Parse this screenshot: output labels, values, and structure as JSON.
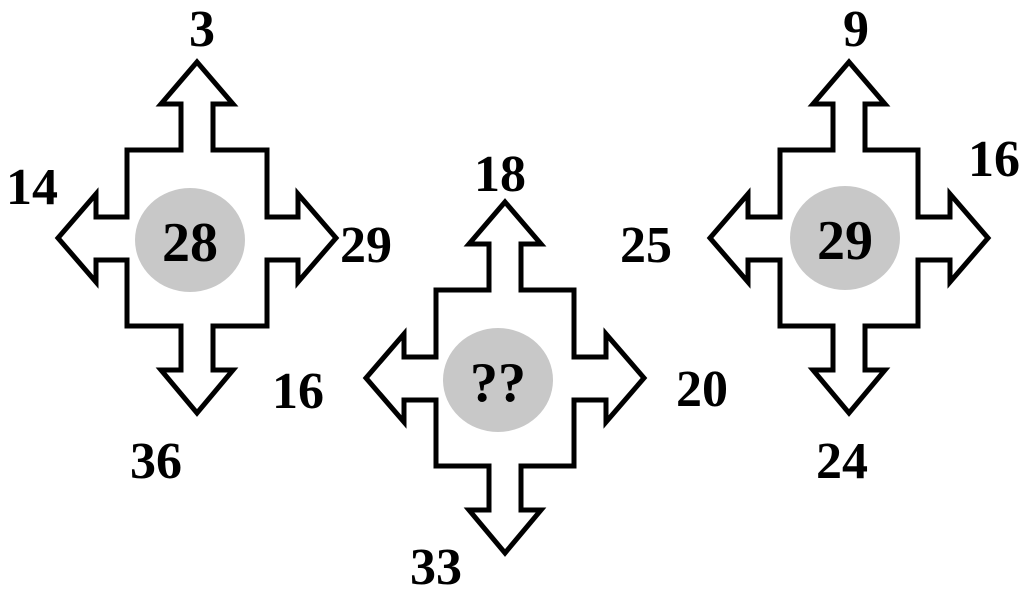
{
  "colors": {
    "outline": "#000000",
    "fill": "#ffffff",
    "center_circle": "#c8c8c8",
    "text": "#000000"
  },
  "puzzles": [
    {
      "center": "28",
      "labels": {
        "top": "3",
        "left": "14",
        "right": "29",
        "bottom_right": "16",
        "bottom": "36"
      }
    },
    {
      "center": "??",
      "labels": {
        "top": "18",
        "left": "",
        "right": "20",
        "bottom_right": "",
        "bottom": "33"
      }
    },
    {
      "center": "29",
      "labels": {
        "top": "9",
        "left": "25",
        "right": "16",
        "bottom_right": "",
        "bottom": "24"
      }
    }
  ],
  "extra_labels": [
    {
      "id": "puzzle-2-left-label",
      "text": "16"
    }
  ]
}
